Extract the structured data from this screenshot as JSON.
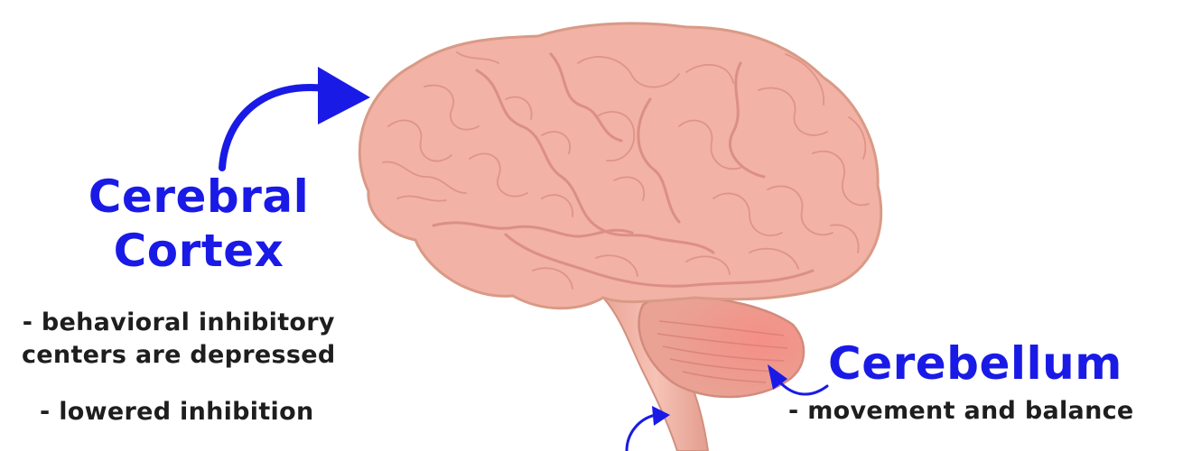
{
  "cortex": {
    "title_line1": "Cerebral",
    "title_line2": "Cortex",
    "note1_line1": "- behavioral inhibitory",
    "note1_line2": "centers are depressed",
    "note2": "- lowered inhibition"
  },
  "cerebellum": {
    "title": "Cerebellum",
    "note": "- movement and balance"
  },
  "colors": {
    "label_blue": "#1a1ae6",
    "brain_fill": "#f2b2a5",
    "brain_outline": "#d99a86",
    "cerebellum_fill": "#eaa091",
    "note_text": "#1e1e1e"
  }
}
